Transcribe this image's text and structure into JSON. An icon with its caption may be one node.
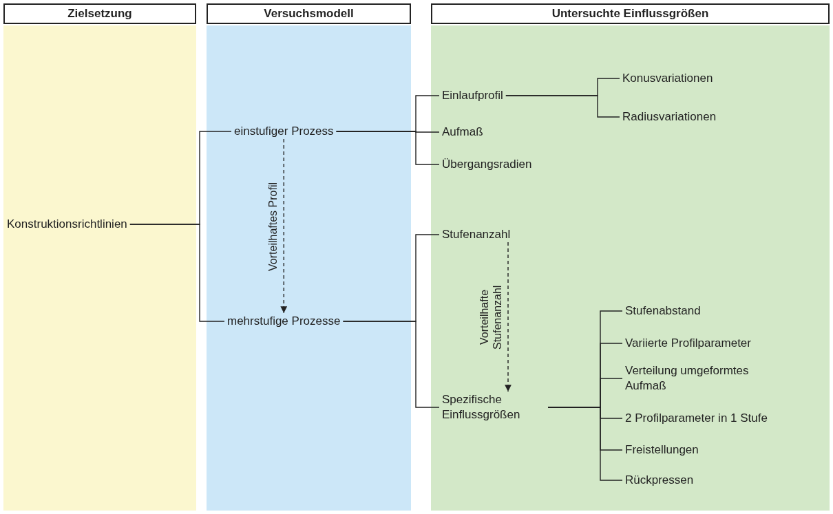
{
  "diagram": {
    "nodes": [
      {
        "text": [
          "Zielsetzung"
        ]
      },
      {
        "text": [
          "Versuchsmodell"
        ]
      },
      {
        "text": [
          "Untersuchte Einflussgrößen"
        ]
      },
      {
        "text": [
          "Konstruktionsrichtlinien"
        ],
        "in": 0
      },
      {
        "text": [
          "einstufiger Prozess"
        ],
        "in": 1
      },
      {
        "text": [
          "mehrstufige Prozesse"
        ],
        "in": 1
      },
      {
        "text": [
          "Einlaufprofil"
        ],
        "in": 2
      },
      {
        "text": [
          "Aufmaß"
        ],
        "in": 2
      },
      {
        "text": [
          "Übergangsradien"
        ],
        "in": 2
      },
      {
        "text": [
          "Konusvariationen"
        ],
        "in": 2
      },
      {
        "text": [
          "Radiusvariationen"
        ],
        "in": 2
      },
      {
        "text": [
          "Stufenanzahl"
        ],
        "in": 2
      },
      {
        "text": [
          "Spezifische Einflussgrößen"
        ],
        "in": 2
      },
      {
        "text": [
          "Stufenabstand"
        ],
        "in": 2
      },
      {
        "text": [
          "Variierte Profilparameter"
        ],
        "in": 2
      },
      {
        "text": [
          "Verteilung umgeformtes Aufmaß"
        ],
        "in": 2
      },
      {
        "text": [
          "2 Profilparameter in 1 Stufe"
        ],
        "in": 2
      },
      {
        "text": [
          "Freistellungen"
        ],
        "in": 2
      },
      {
        "text": [
          "Rückpressen"
        ],
        "in": 2
      }
    ],
    "edges": [
      {
        "from": 3,
        "to": 4,
        "arrow": "none"
      },
      {
        "from": 3,
        "to": 5,
        "arrow": "none"
      },
      {
        "from": 4,
        "to": 5,
        "arrow": "to",
        "style": "dashed",
        "label": "Vorteilhaftes Profil"
      },
      {
        "from": 4,
        "to": 6,
        "arrow": "none"
      },
      {
        "from": 4,
        "to": 7,
        "arrow": "none"
      },
      {
        "from": 4,
        "to": 8,
        "arrow": "none"
      },
      {
        "from": 6,
        "to": 9,
        "arrow": "none"
      },
      {
        "from": 6,
        "to": 10,
        "arrow": "none"
      },
      {
        "from": 5,
        "to": 11,
        "arrow": "none"
      },
      {
        "from": 5,
        "to": 12,
        "arrow": "none"
      },
      {
        "from": 11,
        "to": 12,
        "arrow": "to",
        "style": "dashed",
        "label": "Vorteilhafte Stufenanzahl"
      },
      {
        "from": 12,
        "to": 13,
        "arrow": "none"
      },
      {
        "from": 12,
        "to": 14,
        "arrow": "none"
      },
      {
        "from": 12,
        "to": 15,
        "arrow": "none"
      },
      {
        "from": 12,
        "to": 16,
        "arrow": "none"
      },
      {
        "from": 12,
        "to": 17,
        "arrow": "none"
      },
      {
        "from": 12,
        "to": 18,
        "arrow": "none"
      }
    ]
  }
}
